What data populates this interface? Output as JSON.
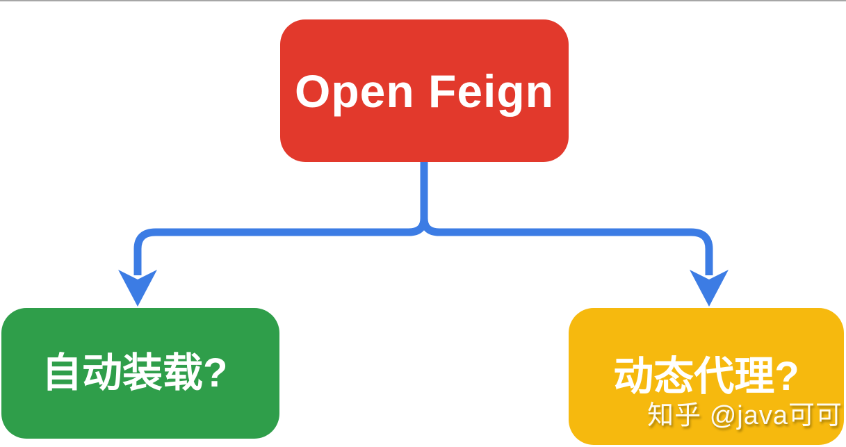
{
  "diagram": {
    "root_node": {
      "label": "Open Feign",
      "color": "#e2392c"
    },
    "child_nodes": [
      {
        "id": "auto-load",
        "label": "自动装载?",
        "color": "#2f9e4a"
      },
      {
        "id": "dynamic-proxy",
        "label": "动态代理?",
        "color": "#f6b90e"
      }
    ],
    "connector_color": "#3c7ce4"
  },
  "watermark": {
    "text": "知乎 @java可可"
  }
}
